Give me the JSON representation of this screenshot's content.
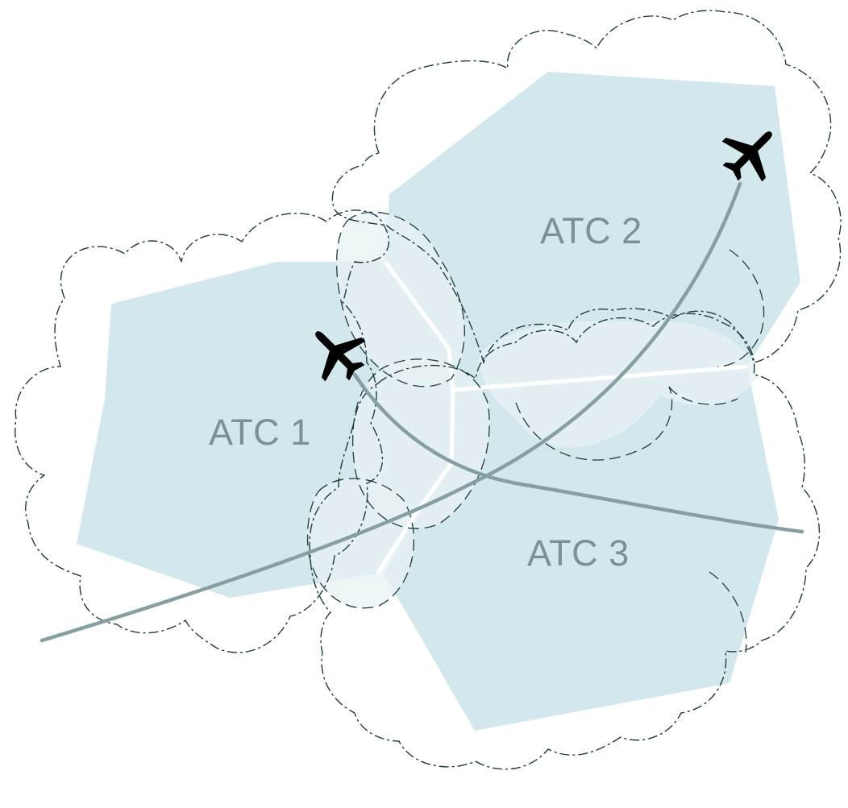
{
  "colors": {
    "sector_fill": "#d3e8ec",
    "overlap_fill": "#e8f2f4",
    "boundary": "#ffffff",
    "cloud_stroke": "#1f3b40",
    "flight_path": "#879ea2",
    "label": "#7b9195",
    "aircraft": "#000000"
  },
  "sectors": [
    {
      "id": "atc1",
      "label": "ATC 1"
    },
    {
      "id": "atc2",
      "label": "ATC 2"
    },
    {
      "id": "atc3",
      "label": "ATC 3"
    }
  ],
  "aircraft": [
    {
      "id": "aircraft-1",
      "icon": "airplane-icon"
    },
    {
      "id": "aircraft-2",
      "icon": "airplane-icon"
    }
  ]
}
